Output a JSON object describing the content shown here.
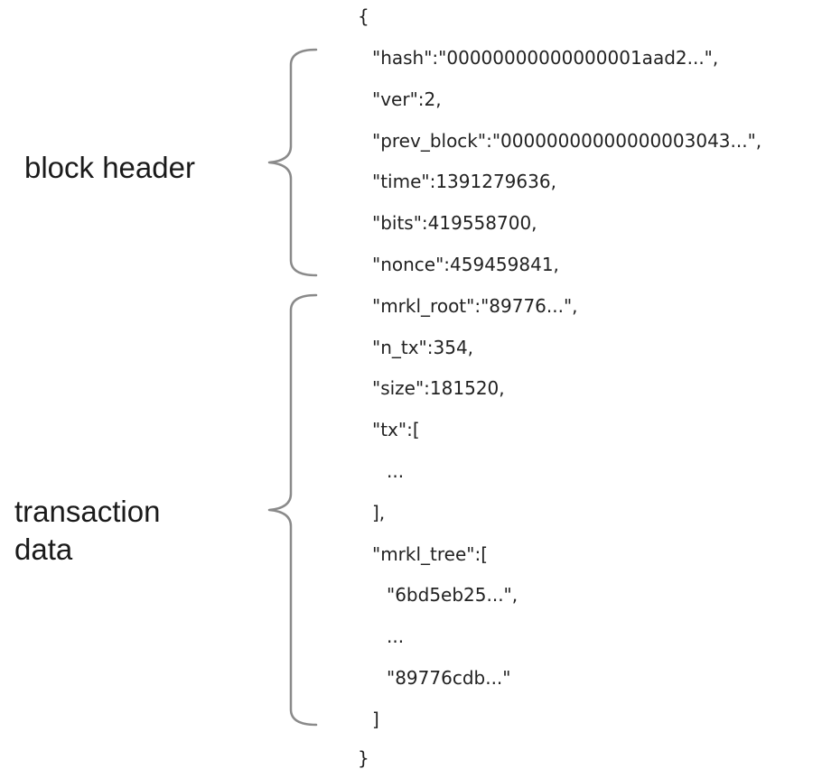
{
  "labels": {
    "block_header": "block header",
    "transaction_data_line1": "transaction",
    "transaction_data_line2": "data"
  },
  "code": {
    "open": "{",
    "hash": "\"hash\":\"00000000000000001aad2...\",",
    "ver": "\"ver\":2,",
    "prev_block": "\"prev_block\":\"00000000000000003043...\",",
    "time": "\"time\":1391279636,",
    "bits": "\"bits\":419558700,",
    "nonce": "\"nonce\":459459841,",
    "mrkl_root": "\"mrkl_root\":\"89776...\",",
    "n_tx": "\"n_tx\":354,",
    "size": "\"size\":181520,",
    "tx_open": "\"tx\":[",
    "tx_ellipsis": "...",
    "tx_close": "],",
    "mrkl_tree_open": "\"mrkl_tree\":[",
    "tree_item_1": "\"6bd5eb25...\",",
    "tree_ellipsis": "...",
    "tree_item_last": "\"89776cdb...\"",
    "tree_close": "]",
    "close": "}"
  },
  "colors": {
    "brace": "#8a8a8a",
    "text": "#222222"
  }
}
